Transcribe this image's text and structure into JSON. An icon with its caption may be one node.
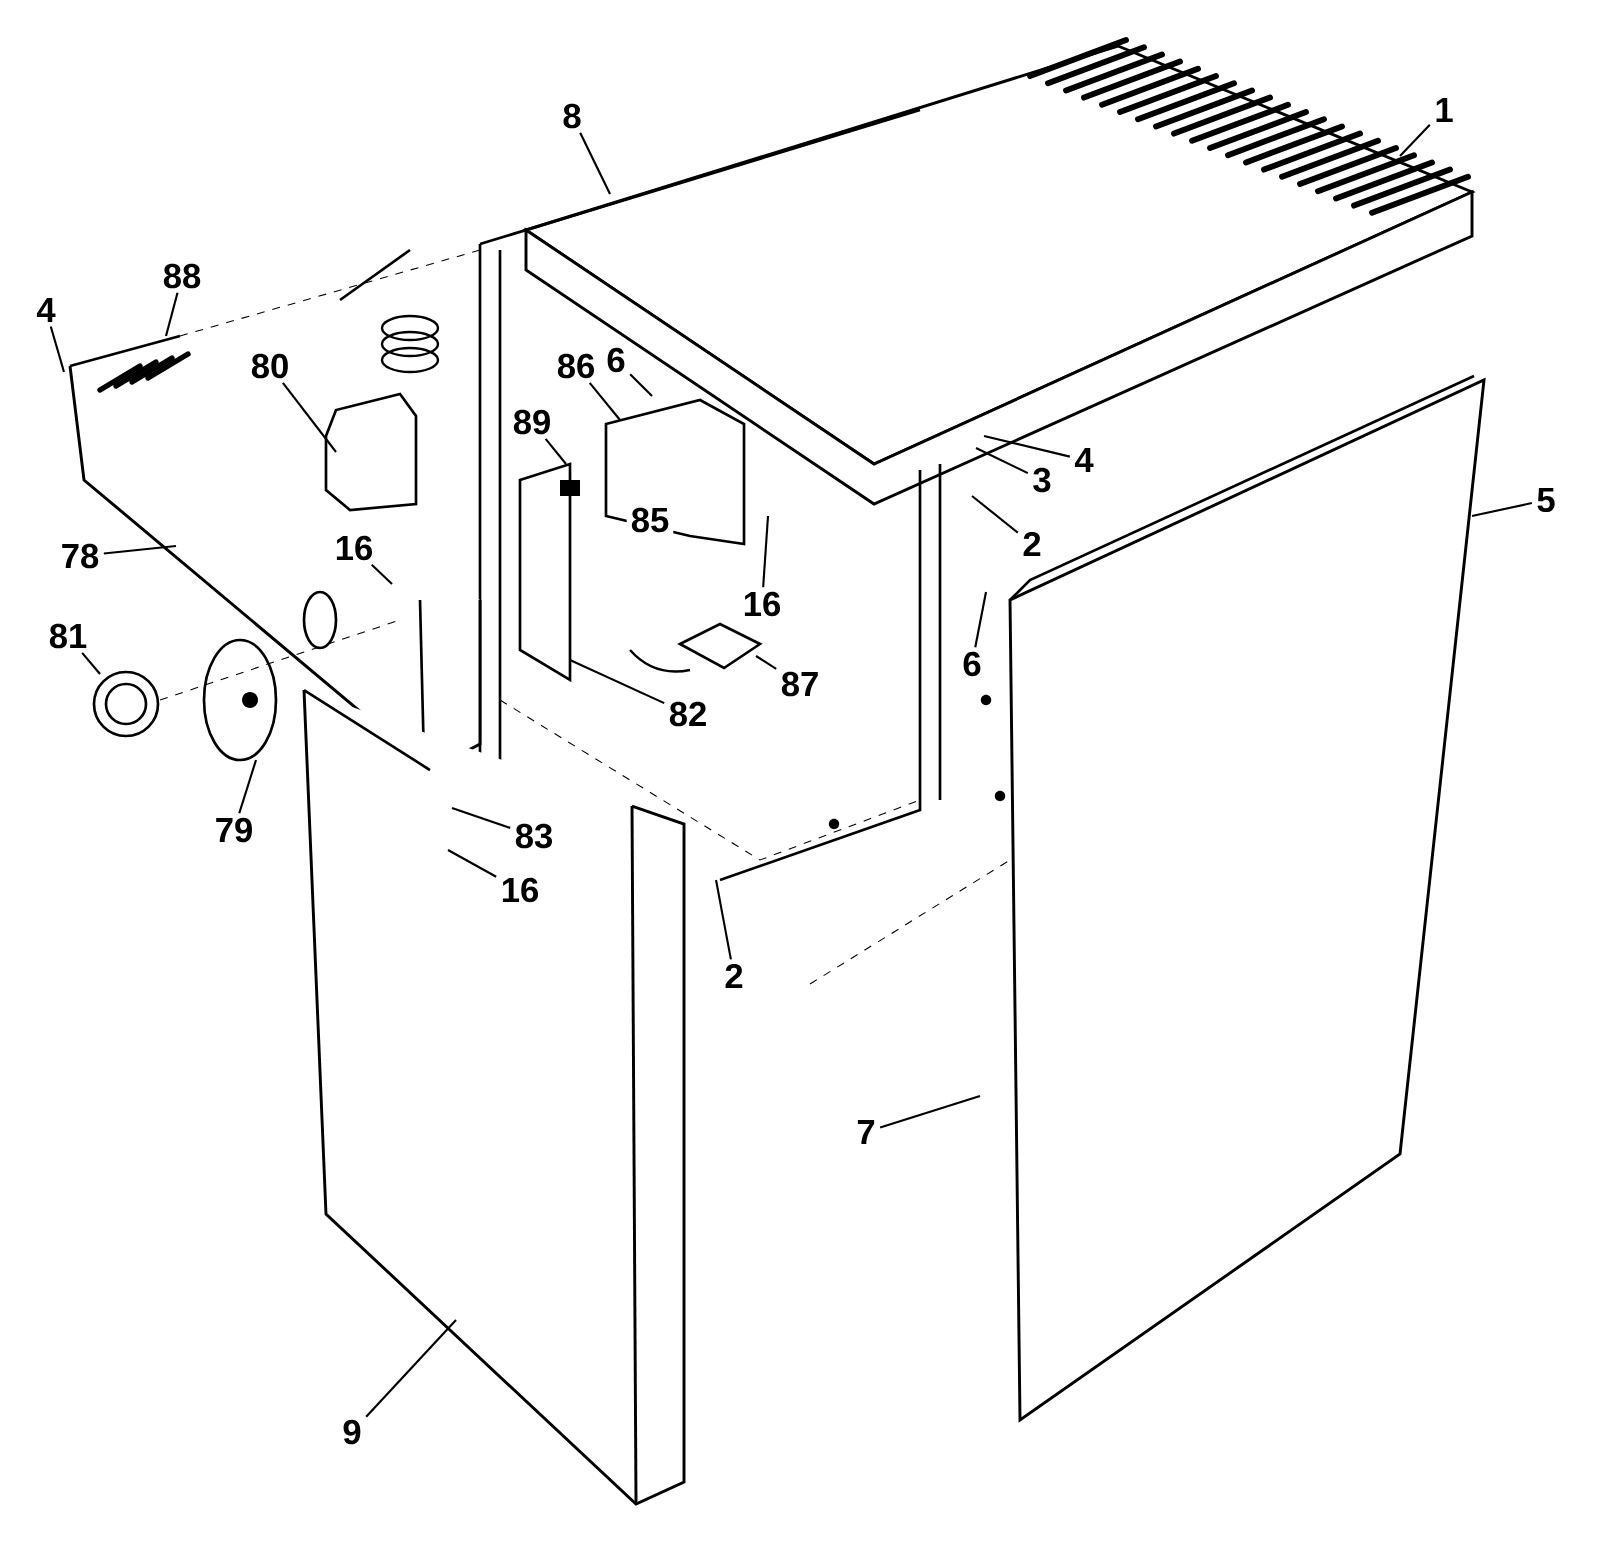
{
  "diagram": {
    "nodes": [
      {
        "text": [
          "1"
        ]
      },
      {
        "text": [
          "8"
        ]
      },
      {
        "text": [
          "4"
        ]
      },
      {
        "text": [
          "88"
        ]
      },
      {
        "text": [
          "80"
        ]
      },
      {
        "text": [
          "78"
        ]
      },
      {
        "text": [
          "16"
        ]
      },
      {
        "text": [
          "81"
        ]
      },
      {
        "text": [
          "79"
        ]
      },
      {
        "text": [
          "83"
        ]
      },
      {
        "text": [
          "16"
        ]
      },
      {
        "text": [
          "86"
        ]
      },
      {
        "text": [
          "6"
        ]
      },
      {
        "text": [
          "89"
        ]
      },
      {
        "text": [
          "85"
        ]
      },
      {
        "text": [
          "16"
        ]
      },
      {
        "text": [
          "82"
        ]
      },
      {
        "text": [
          "87"
        ]
      },
      {
        "text": [
          "4"
        ]
      },
      {
        "text": [
          "3"
        ]
      },
      {
        "text": [
          "2"
        ]
      },
      {
        "text": [
          "6"
        ]
      },
      {
        "text": [
          "5"
        ]
      },
      {
        "text": [
          "2"
        ]
      },
      {
        "text": [
          "7"
        ]
      },
      {
        "text": [
          "9"
        ]
      }
    ],
    "edges": [
      {
        "from": 0,
        "to": null,
        "arrow": "none"
      },
      {
        "from": 1,
        "to": null,
        "arrow": "none"
      },
      {
        "from": 2,
        "to": null,
        "arrow": "none"
      },
      {
        "from": 3,
        "to": null,
        "arrow": "none"
      },
      {
        "from": 4,
        "to": null,
        "arrow": "none"
      },
      {
        "from": 5,
        "to": null,
        "arrow": "none"
      },
      {
        "from": 6,
        "to": null,
        "arrow": "none"
      },
      {
        "from": 7,
        "to": null,
        "arrow": "none"
      },
      {
        "from": 8,
        "to": null,
        "arrow": "none"
      },
      {
        "from": 9,
        "to": null,
        "arrow": "none"
      },
      {
        "from": 10,
        "to": null,
        "arrow": "none"
      },
      {
        "from": 11,
        "to": null,
        "arrow": "none"
      },
      {
        "from": 12,
        "to": null,
        "arrow": "none"
      },
      {
        "from": 13,
        "to": null,
        "arrow": "none"
      },
      {
        "from": 15,
        "to": null,
        "arrow": "none"
      },
      {
        "from": 16,
        "to": null,
        "arrow": "none"
      },
      {
        "from": 17,
        "to": null,
        "arrow": "none"
      },
      {
        "from": 18,
        "to": null,
        "arrow": "none"
      },
      {
        "from": 19,
        "to": null,
        "arrow": "none"
      },
      {
        "from": 20,
        "to": null,
        "arrow": "none"
      },
      {
        "from": 21,
        "to": null,
        "arrow": "none"
      },
      {
        "from": 22,
        "to": null,
        "arrow": "none"
      },
      {
        "from": 23,
        "to": null,
        "arrow": "none"
      },
      {
        "from": 24,
        "to": null,
        "arrow": "none"
      },
      {
        "from": 25,
        "to": null,
        "arrow": "none"
      }
    ]
  }
}
